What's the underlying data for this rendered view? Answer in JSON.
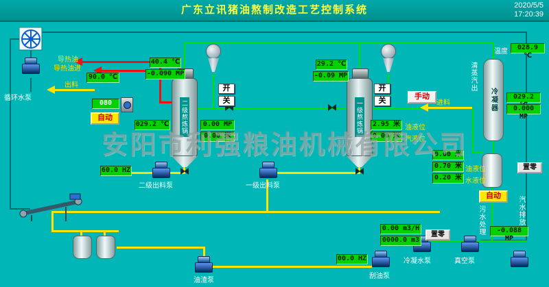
{
  "header": {
    "title": "广东立讯猪油熬制改造工艺控制系统",
    "date": "2020/5/5",
    "time": "17:20:39"
  },
  "watermark": "安阳市利强粮油机械有限公司",
  "equipment": {
    "vessel1": "二级熬炼锅",
    "vessel2": "一级熬炼锅",
    "condenser": "冷凝器"
  },
  "displays": {
    "heat_oil_temp": "90.0 ℃",
    "setpoint": "080",
    "v1_top_temp": "40.4 ℃",
    "v1_top_press": "-0.090 MP",
    "v1_temp": "029.2 ℃",
    "v1_press": "0.00 MP",
    "v1_level": "0.00 米",
    "pump2_freq": "60.0 HZ",
    "v2_top_temp": "29.2 ℃",
    "v2_top_press": "-0.09 MP",
    "v2_oil_level": "2.95 米",
    "v2_vapor_level": "0.00 米",
    "cond_water_temp": "028.9 ℃",
    "cond_temp": "029.2 ℃",
    "cond_press": "0.000 MP",
    "sep_level": "0.00 米",
    "sep_oil_level": "0.70 米",
    "sep_water_level": "0.20 米",
    "flow_inst": "0.00 m3/H",
    "flow_total": "0000.0 m3",
    "vac_press": "-0.088 MP",
    "pump3_freq": "00.0 HZ"
  },
  "buttons": {
    "auto_left": "自动",
    "auto_right": "自动",
    "manual": "手动",
    "zero_sep": "置零",
    "zero_flow": "置零",
    "open1": "开",
    "close1": "关",
    "open2": "开",
    "close2": "关"
  },
  "labels": {
    "circ_pump": "循环水泵",
    "heat_oil": "导热油",
    "heat_oil_in": "导热油进",
    "discharge": "出料",
    "feed": "进料",
    "oil_level_v2": "油液位",
    "vapor_level_v2": "汽液位",
    "temp": "温度",
    "clean_steam_out": "清蒸汽出",
    "oil_level_sep": "油液位",
    "water_level_sep": "水液位",
    "sewage": "污水处理",
    "drain": "汽水排放",
    "pump_secondary": "二级出料泵",
    "pump_primary": "一级出料泵",
    "condensate_pump": "冷凝水泵",
    "vacuum_pump": "真空泵",
    "scraper_pump": "刮油泵",
    "residue_pump": "油渣泵"
  }
}
